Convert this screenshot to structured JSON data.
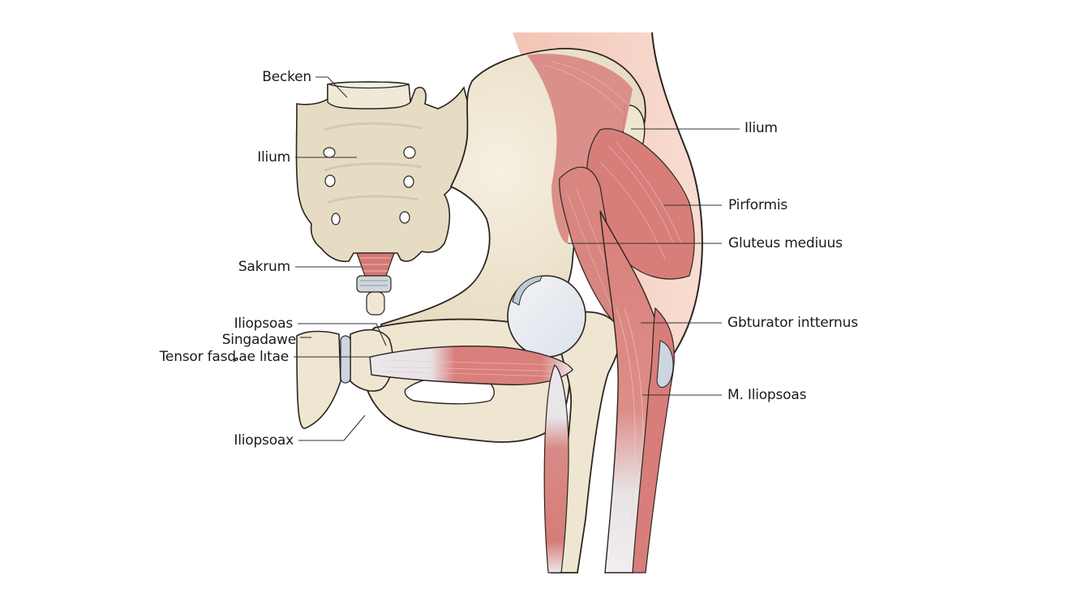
{
  "diagram": {
    "subject": "hip-joint-and-pelvis-lateral-anatomy",
    "colors": {
      "bone": "#efe6d2",
      "bone_shadow": "#d8ccb1",
      "muscle": "#d97f7c",
      "muscle_light": "#e9a8a2",
      "tendon": "#e6e6ea",
      "cartilage": "#c9d6e0",
      "skin": "#f4cbbd",
      "outline": "#2c2520",
      "leader_line": "#333333",
      "text": "#1b1b1b"
    },
    "labels_left": [
      {
        "id": "becken",
        "text": "Becken"
      },
      {
        "id": "ilium-left",
        "text": "Ilium"
      },
      {
        "id": "sakrum",
        "text": "Sakrum"
      },
      {
        "id": "iliopsoas-left",
        "text": "Iliopsoas"
      },
      {
        "id": "singadawe",
        "text": "Singadawe"
      },
      {
        "id": "tensor",
        "text": "Tensor fasȡae lıtae"
      },
      {
        "id": "iliopsoax",
        "text": "Iliopsoax"
      }
    ],
    "labels_right": [
      {
        "id": "ilium-right",
        "text": "Ilium"
      },
      {
        "id": "pirformis",
        "text": "Pirformis"
      },
      {
        "id": "gluteus",
        "text": "Gluteus mediuus"
      },
      {
        "id": "gbturator",
        "text": "Gbturator intternus"
      },
      {
        "id": "m-iliopsoas",
        "text": "M. Iliopsoas"
      }
    ]
  }
}
